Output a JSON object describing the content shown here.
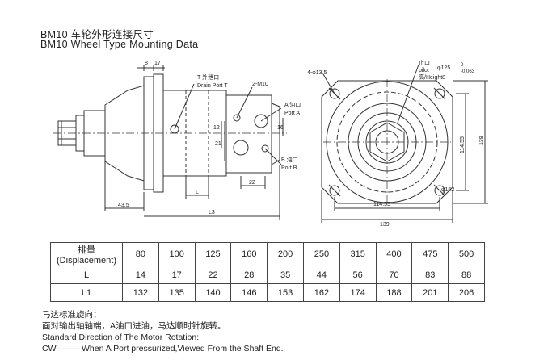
{
  "heading": {
    "line1": "BM10  车轮外形连接尺寸",
    "line2": "BM10  Wheel Type Mounting Data"
  },
  "drawing_labels": {
    "t_port_cn": "T 外泄口",
    "t_port_en": "Drain Port T",
    "thread": "2-M10",
    "a_port_cn": "A 油口",
    "a_port_en": "Port A",
    "b_port_cn": "B 油口",
    "b_port_en": "Port B",
    "dim_8": "8",
    "dim_17": "17",
    "dim_16": "16",
    "dim_12": "12",
    "dim_21": "21",
    "dim_22": "22",
    "dim_L": "L",
    "dim_L3": "L3",
    "dim_43_5": "43.5",
    "holes": "4-φ13.5",
    "pilot_cn": "止口",
    "pilot_en": "pilot",
    "height_cn": "高/Height8",
    "pilot_dia": "φ125",
    "tol_upper": "0",
    "tol_lower": "-0.063",
    "dim_114_55_v": "114.55",
    "dim_139_v": "139",
    "dim_114_55_h": "114.55",
    "dim_139_h": "139",
    "pcd": "φ162"
  },
  "table": {
    "header_label": "排量(Displacement)",
    "row_L_label": "L",
    "row_L1_label": "L1",
    "displacement": [
      "80",
      "100",
      "125",
      "160",
      "200",
      "250",
      "315",
      "400",
      "475",
      "500"
    ],
    "L": [
      "14",
      "17",
      "22",
      "28",
      "35",
      "44",
      "56",
      "70",
      "83",
      "88"
    ],
    "L1": [
      "132",
      "135",
      "140",
      "146",
      "153",
      "162",
      "174",
      "188",
      "201",
      "206"
    ]
  },
  "notes": {
    "line1": "马达标准旋向：",
    "line2": "面对输出轴轴端，A油口进油，马达顺时针旋转。",
    "line3": "Standard Direction of The Motor Rotation:",
    "line4": "CW———When A Port pressurized,Viewed  From the Shaft End."
  }
}
